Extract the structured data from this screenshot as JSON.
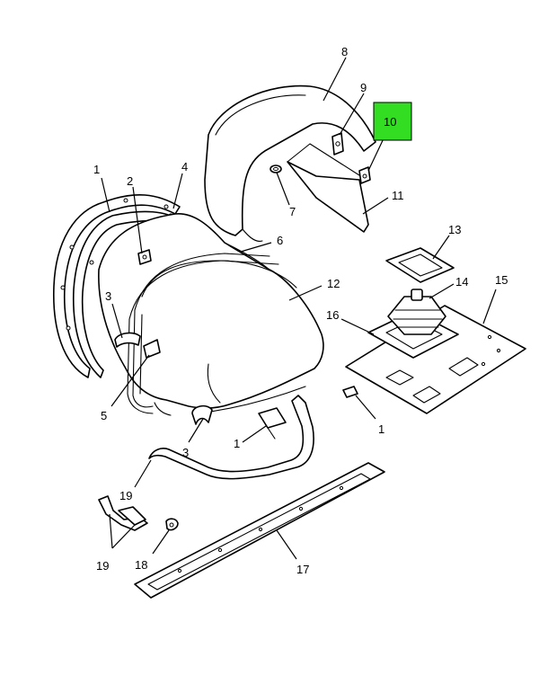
{
  "highlight_color": "#33dd22",
  "callouts": {
    "c1_left": "1",
    "c2": "2",
    "c3_upper": "3",
    "c4": "4",
    "c5": "5",
    "c6": "6",
    "c7": "7",
    "c8": "8",
    "c9": "9",
    "c10": "10",
    "c11": "11",
    "c12": "12",
    "c13": "13",
    "c14": "14",
    "c15": "15",
    "c16": "16",
    "c1_right": "1",
    "c3_lower": "3",
    "c1_lower": "1",
    "c19_upper": "19",
    "c19_lower": "19",
    "c18": "18",
    "c17": "17"
  }
}
